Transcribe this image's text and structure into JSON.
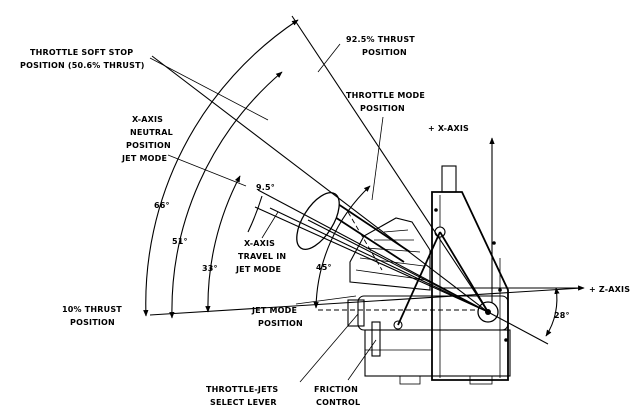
{
  "labels": {
    "soft_stop_1": "THROTTLE SOFT STOP",
    "soft_stop_2": "POSITION (50.6% THRUST)",
    "thrust925_1": "92.5% THRUST",
    "thrust925_2": "POSITION",
    "mode_pos_1": "THROTTLE MODE",
    "mode_pos_2": "POSITION",
    "x_axis": "+ X-AXIS",
    "z_axis": "+ Z-AXIS",
    "neutral_1": "X-AXIS",
    "neutral_2": "NEUTRAL",
    "neutral_3": "POSITION",
    "neutral_4": "JET MODE",
    "travel_1": "X-AXIS",
    "travel_2": "TRAVEL IN",
    "travel_3": "JET MODE",
    "thrust10_1": "10% THRUST",
    "thrust10_2": "POSITION",
    "jet_mode_1": "JET MODE",
    "jet_mode_2": "POSITION",
    "select_1": "THROTTLE-JETS",
    "select_2": "SELECT LEVER",
    "friction_1": "FRICTION",
    "friction_2": "CONTROL"
  },
  "angles": {
    "a66": "66°",
    "a51": "51°",
    "a33": "33°",
    "a45": "45°",
    "a95": "9.5°",
    "a28": "28°"
  }
}
